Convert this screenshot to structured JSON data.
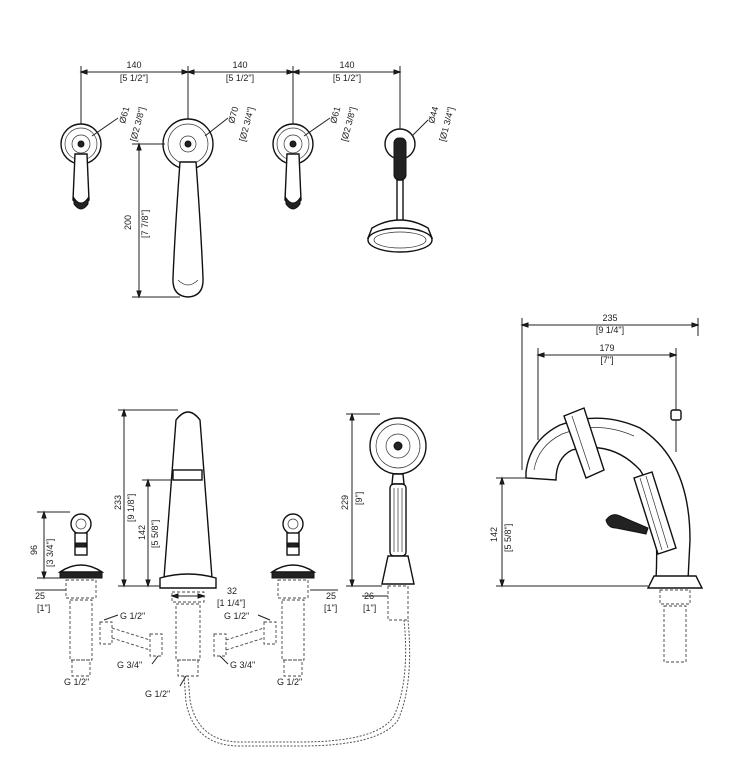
{
  "colors": {
    "line": "#222222",
    "background": "#ffffff"
  },
  "top_view": {
    "spacing": [
      {
        "mm": "140",
        "inch": "[5 1/2\"]"
      },
      {
        "mm": "140",
        "inch": "[5 1/2\"]"
      },
      {
        "mm": "140",
        "inch": "[5 1/2\"]"
      }
    ],
    "diameters": [
      {
        "mm": "Ø61",
        "inch": "[Ø2 3/8\"]"
      },
      {
        "mm": "Ø70",
        "inch": "[Ø2 3/4\"]"
      },
      {
        "mm": "Ø61",
        "inch": "[Ø2 3/8\"]"
      },
      {
        "mm": "Ø44",
        "inch": "[Ø1 3/4\"]"
      }
    ],
    "spout_reach": {
      "mm": "200",
      "inch": "[7 7/8\"]"
    }
  },
  "front_view": {
    "handle_height": {
      "mm": "96",
      "inch": "[3 3/4\"]"
    },
    "spout_height": {
      "mm": "233",
      "inch": "[9 1/8\"]"
    },
    "spout_outlet": {
      "mm": "142",
      "inch": "[5 5/8\"]"
    },
    "spout_deck": {
      "mm": "32",
      "inch": "[1 1/4\"]"
    },
    "handshower_height": {
      "mm": "229",
      "inch": "[9\"]"
    },
    "left_deck": {
      "mm": "25",
      "inch": "[1\"]"
    },
    "right_deck": {
      "mm": "25",
      "inch": "[1\"]"
    },
    "shower_deck": {
      "mm": "26",
      "inch": "[1\"]"
    },
    "threads": {
      "g_half_left": "G 1/2\"",
      "g_half_right": "G 1/2\"",
      "g_threequarter_left": "G 3/4\"",
      "g_threequarter_right": "G 3/4\"",
      "g_half_left_bottom": "G 1/2\"",
      "g_half_right_bottom": "G 1/2\"",
      "g_half_center": "G 1/2\""
    }
  },
  "side_view": {
    "overall_width": {
      "mm": "235",
      "inch": "[9 1/4\"]"
    },
    "handshower_offset": {
      "mm": "179",
      "inch": "[7\"]"
    },
    "outlet_height": {
      "mm": "142",
      "inch": "[5 5/8\"]"
    }
  }
}
